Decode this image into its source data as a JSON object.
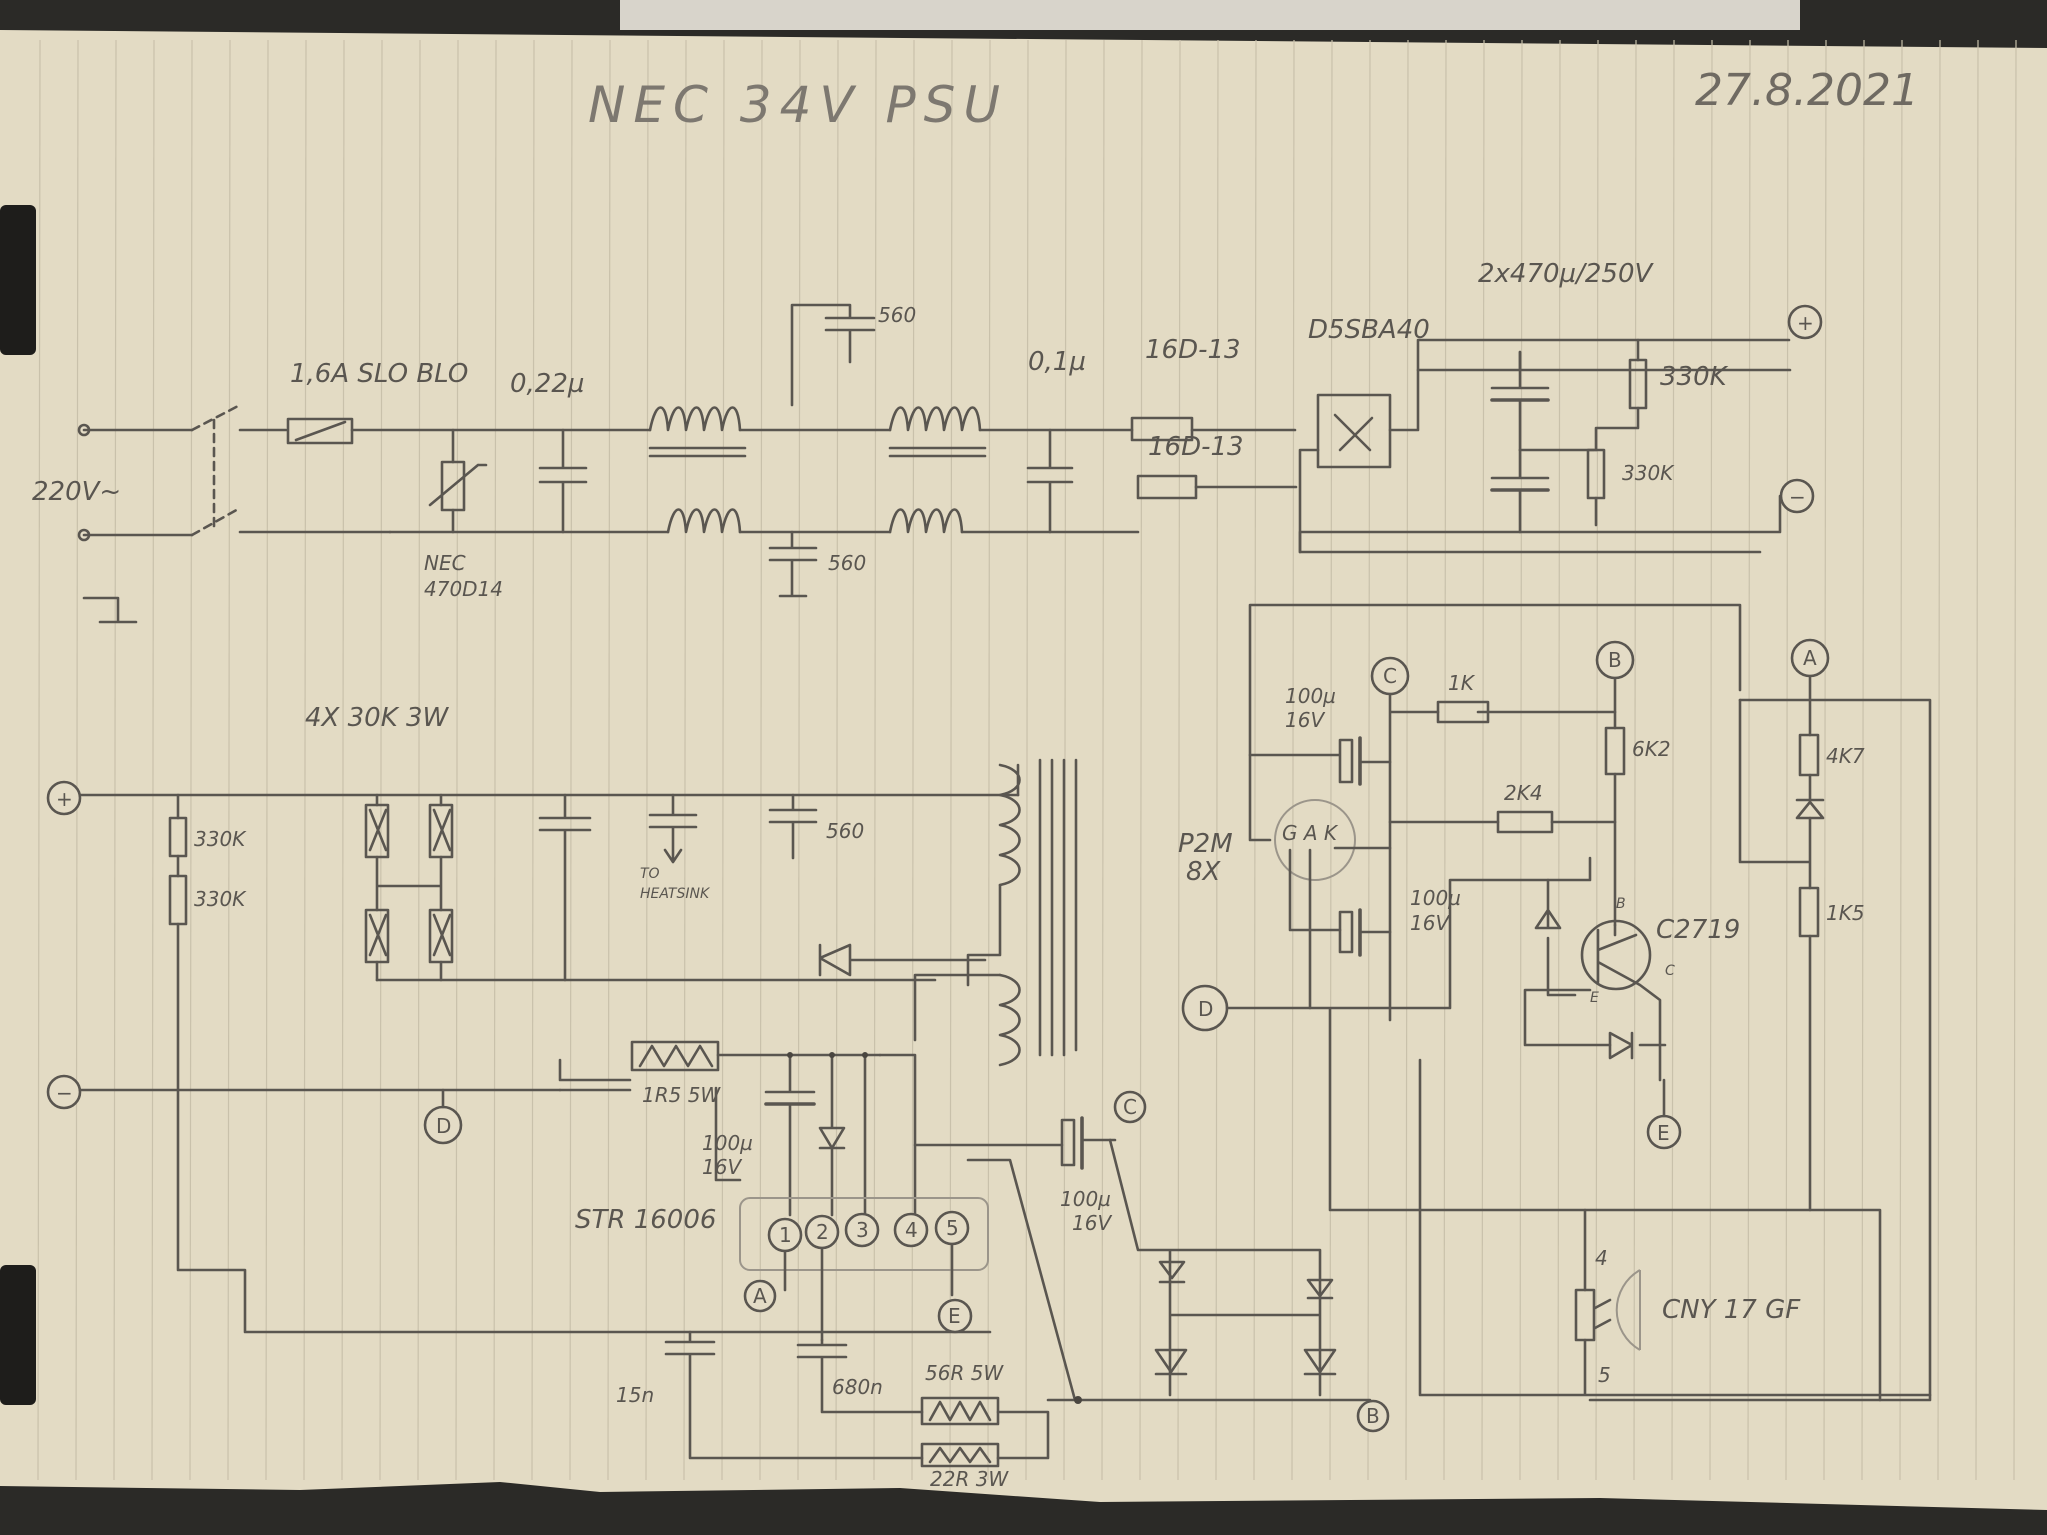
{
  "title": "NEC 34V PSU",
  "date": "27.8.2021",
  "labels": {
    "mains": "220V~",
    "fuse": "1,6A SLO BLO",
    "varistor_a": "NEC",
    "varistor_b": "470D14",
    "cap_x1": "0,22µ",
    "cap_y_top": "560",
    "cap_y_bottom": "560",
    "cap_x2": "0,1µ",
    "ntc_top": "16D-13",
    "ntc_bottom": "16D-13",
    "bridge": "D5SBA40",
    "bulk_caps": "2x470µ/250V",
    "bleed_top": "330K",
    "bleed_bottom": "330K",
    "snubber_res": "4X 30K 3W",
    "div_top": "330K",
    "div_bottom": "330K",
    "heatsink_a": "TO",
    "heatsink_b": "HEATSINK",
    "cap_560_mid": "560",
    "sense_res": "1R5 5W",
    "cap100_a_val": "100µ",
    "cap100_a_v": "16V",
    "ic": "STR 16006",
    "pin1": "1",
    "pin2": "2",
    "pin3": "3",
    "pin4": "4",
    "pin5": "5",
    "cap100_b_val": "100µ",
    "cap100_b_v": "16V",
    "cap_15n": "15n",
    "cap_680n": "680n",
    "res_56r": "56R 5W",
    "res_22r": "22R 3W",
    "cap100_c_val": "100µ",
    "cap100_c_v": "16V",
    "res_1k": "1K",
    "res_6k2": "6K2",
    "res_2k4": "2K4",
    "res_4k7": "4K7",
    "res_1k5": "1K5",
    "scr_pins": "G A K",
    "scr_a": "P2M",
    "scr_b": "8X",
    "cap100_d_val": "100µ",
    "cap100_d_v": "16V",
    "transistor": "C2719",
    "t_b": "B",
    "t_c": "C",
    "t_e": "E",
    "opto": "CNY 17 GF",
    "opto_pin4": "4",
    "opto_pin5": "5",
    "plus": "+",
    "minus": "−",
    "node_a": "A",
    "node_b": "B",
    "node_c": "C",
    "node_d": "D",
    "node_e": "E"
  }
}
